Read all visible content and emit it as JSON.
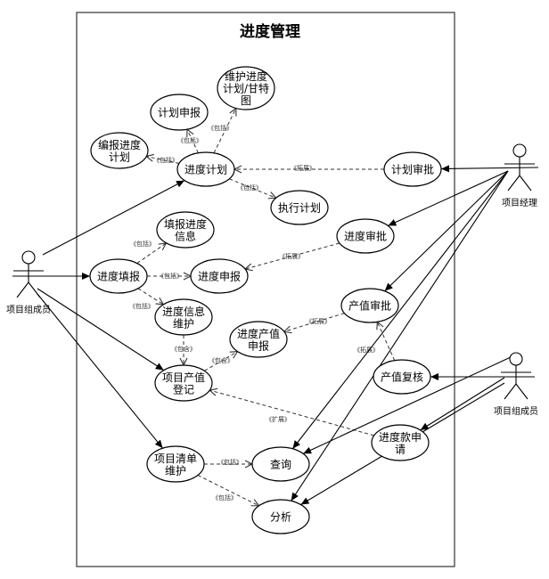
{
  "title": "进度管理",
  "actors": [
    {
      "id": "member_left",
      "label": "项目组成员"
    },
    {
      "id": "manager",
      "label": "项目经理"
    },
    {
      "id": "member_right",
      "label": "项目组成员"
    }
  ],
  "use_cases": [
    {
      "id": "plan_report",
      "lines": [
        "计划申报"
      ]
    },
    {
      "id": "maintain_plan",
      "lines": [
        "维护进度",
        "计划/甘特",
        "图"
      ]
    },
    {
      "id": "compile_plan",
      "lines": [
        "编报进度",
        "计划"
      ]
    },
    {
      "id": "progress_plan",
      "lines": [
        "进度计划"
      ]
    },
    {
      "id": "plan_approve",
      "lines": [
        "计划审批"
      ]
    },
    {
      "id": "execute_plan",
      "lines": [
        "执行计划"
      ]
    },
    {
      "id": "fill_info",
      "lines": [
        "填报进度",
        "信息"
      ]
    },
    {
      "id": "progress_approve",
      "lines": [
        "进度审批"
      ]
    },
    {
      "id": "progress_fill",
      "lines": [
        "进度填报"
      ]
    },
    {
      "id": "progress_report",
      "lines": [
        "进度申报"
      ]
    },
    {
      "id": "value_approve",
      "lines": [
        "产值审批"
      ]
    },
    {
      "id": "info_maintain",
      "lines": [
        "进度信息",
        "维护"
      ]
    },
    {
      "id": "value_report",
      "lines": [
        "进度产值",
        "申报"
      ]
    },
    {
      "id": "value_review",
      "lines": [
        "产值复核"
      ]
    },
    {
      "id": "value_register",
      "lines": [
        "项目产值",
        "登记"
      ]
    },
    {
      "id": "payment_apply",
      "lines": [
        "进度款申",
        "请"
      ]
    },
    {
      "id": "list_maintain",
      "lines": [
        "项目清单",
        "维护"
      ]
    },
    {
      "id": "query",
      "lines": [
        "查询"
      ]
    },
    {
      "id": "analysis",
      "lines": [
        "分析"
      ]
    }
  ],
  "dependencies": [
    {
      "from": "progress_plan",
      "to": "plan_report",
      "label": "《包括》"
    },
    {
      "from": "progress_plan",
      "to": "maintain_plan",
      "label": "《包括》"
    },
    {
      "from": "progress_plan",
      "to": "compile_plan",
      "label": "《包括》"
    },
    {
      "from": "progress_plan",
      "to": "execute_plan",
      "label": "《包括》"
    },
    {
      "from": "plan_approve",
      "to": "progress_plan",
      "label": "《拓展》"
    },
    {
      "from": "progress_fill",
      "to": "fill_info",
      "label": "《包括》"
    },
    {
      "from": "progress_fill",
      "to": "progress_report",
      "label": "《包括》"
    },
    {
      "from": "progress_fill",
      "to": "info_maintain",
      "label": "《包括》"
    },
    {
      "from": "progress_approve",
      "to": "progress_report",
      "label": "《拓展》"
    },
    {
      "from": "info_maintain",
      "to": "value_register",
      "label": "《包含》"
    },
    {
      "from": "value_register",
      "to": "value_report",
      "label": "《包含》"
    },
    {
      "from": "value_approve",
      "to": "value_report",
      "label": "《拓展》"
    },
    {
      "from": "value_review",
      "to": "value_approve",
      "label": "《拓展》"
    },
    {
      "from": "payment_apply",
      "to": "value_register",
      "label": "《扩展》"
    },
    {
      "from": "list_maintain",
      "to": "query",
      "label": "《包括》"
    },
    {
      "from": "list_maintain",
      "to": "analysis",
      "label": "《包括》"
    }
  ],
  "associations": [
    {
      "actor": "member_left",
      "use_case": "progress_plan"
    },
    {
      "actor": "member_left",
      "use_case": "progress_fill"
    },
    {
      "actor": "member_left",
      "use_case": "value_register"
    },
    {
      "actor": "member_left",
      "use_case": "list_maintain"
    },
    {
      "actor": "manager",
      "use_case": "plan_approve"
    },
    {
      "actor": "manager",
      "use_case": "progress_approve"
    },
    {
      "actor": "manager",
      "use_case": "value_approve"
    },
    {
      "actor": "manager",
      "use_case": "query"
    },
    {
      "actor": "manager",
      "use_case": "analysis"
    },
    {
      "actor": "member_right",
      "use_case": "value_review"
    },
    {
      "actor": "member_right",
      "use_case": "query"
    },
    {
      "actor": "member_right",
      "use_case": "payment_apply"
    },
    {
      "actor": "member_right",
      "use_case": "analysis"
    }
  ]
}
